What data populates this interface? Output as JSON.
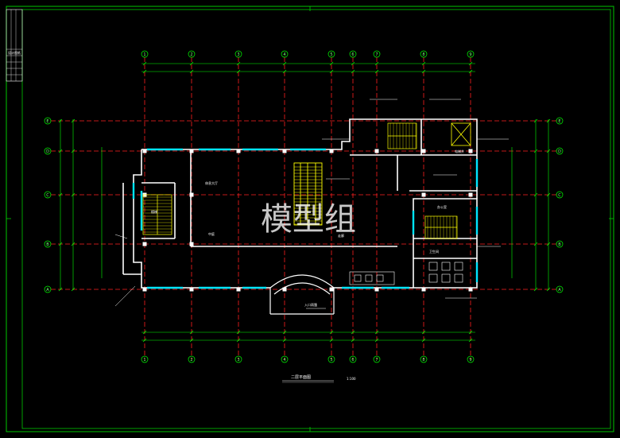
{
  "drawing": {
    "title": "二层平面图",
    "scale": "1:100",
    "watermark": "模型组",
    "titleblock_label": "设计图纸",
    "colors": {
      "background": "#000000",
      "border": "#00c800",
      "axis": "#ff2020",
      "dimension": "#00ff00",
      "wall": "#ffffff",
      "window": "#00e5ff",
      "stair": "#ffff00",
      "text": "#ffffff"
    }
  },
  "axes": {
    "columns": [
      "1",
      "2",
      "3",
      "4",
      "5",
      "6",
      "7",
      "8",
      "9"
    ],
    "rows": [
      "E",
      "D",
      "C",
      "B",
      "A"
    ]
  },
  "labels": {
    "hall": "休息大厅",
    "corridor": "走廊",
    "stair_main": "楼梯",
    "toilet": "卫生间",
    "elevator": "电梯井",
    "lobby": "中庭",
    "office": "办公室",
    "entrance": "入口雨篷"
  }
}
